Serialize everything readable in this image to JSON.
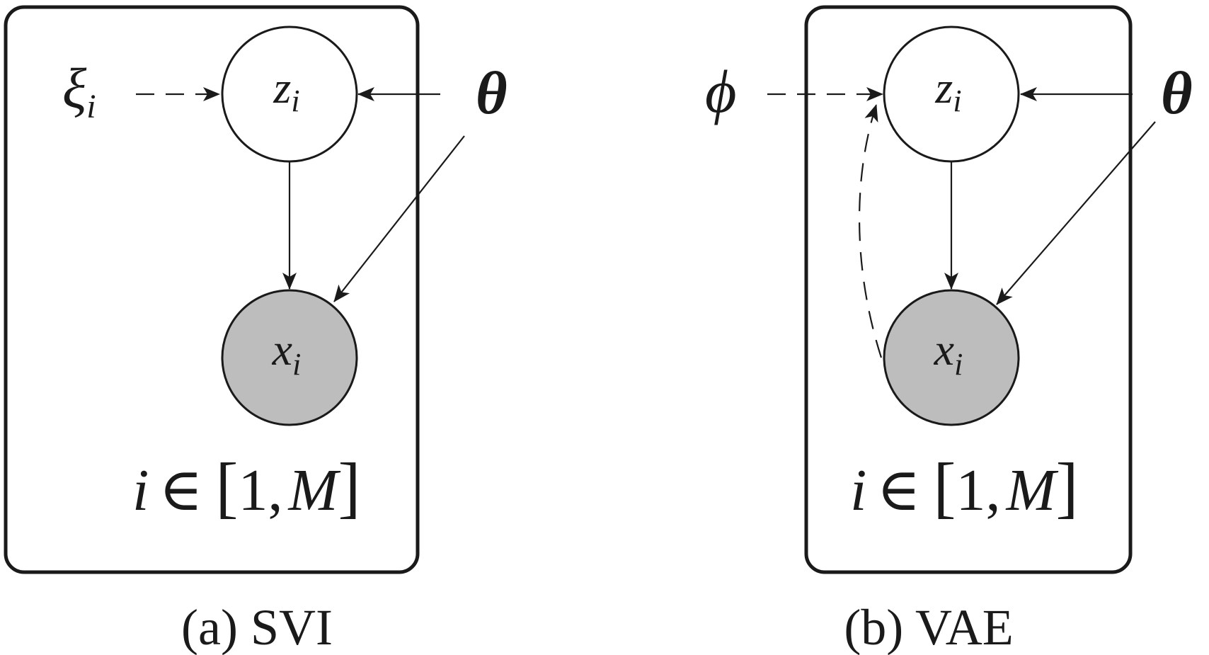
{
  "figure": {
    "panels": [
      {
        "caption": "(a) SVI",
        "latent_node": {
          "symbol": "z",
          "sub": "i"
        },
        "observed_node": {
          "symbol": "x",
          "sub": "i"
        },
        "variational_param": {
          "symbol": "ξ",
          "sub": "i"
        },
        "generative_param": {
          "symbol": "θ"
        },
        "plate": {
          "index": "i",
          "op": "∈",
          "range_open": "[",
          "range_low": "1",
          "range_sep": ",",
          "range_high": "M",
          "range_close": "]"
        }
      },
      {
        "caption": "(b) VAE",
        "latent_node": {
          "symbol": "z",
          "sub": "i"
        },
        "observed_node": {
          "symbol": "x",
          "sub": "i"
        },
        "variational_param": {
          "symbol": "ϕ",
          "sub": ""
        },
        "generative_param": {
          "symbol": "θ"
        },
        "plate": {
          "index": "i",
          "op": "∈",
          "range_open": "[",
          "range_low": "1",
          "range_sep": ",",
          "range_high": "M",
          "range_close": "]"
        }
      }
    ],
    "colors": {
      "observed_fill": "#bdbdbd",
      "latent_fill": "#ffffff",
      "stroke": "#1a1a1a"
    }
  }
}
